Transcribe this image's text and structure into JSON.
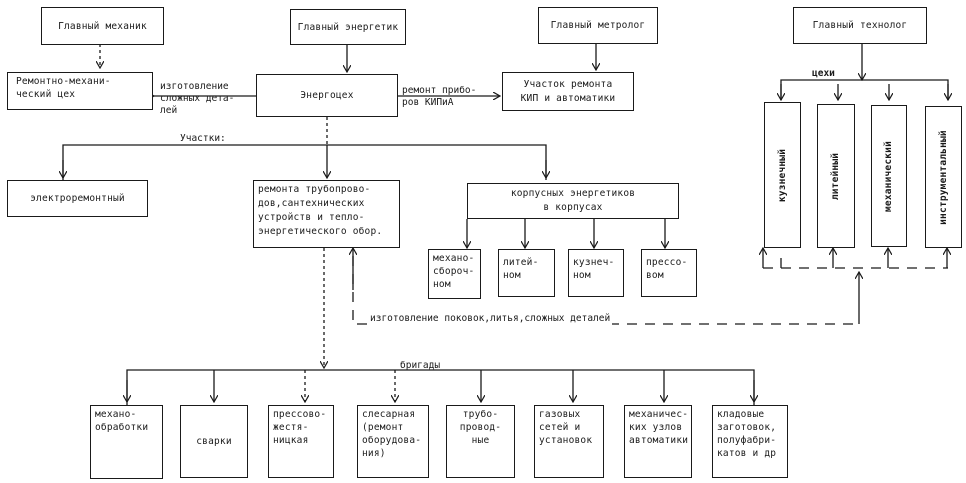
{
  "heads": {
    "mechanic": "Главный механик",
    "energetic": "Главный энергетик",
    "metrolog": "Главный метролог",
    "technolog": "Главный технолог"
  },
  "units": {
    "repair_mech_shop": "Ремонтно-механи-\nческий цех",
    "energy_shop": "Энергоцех",
    "kip_section": "Участок ремонта\nКИП и автоматики"
  },
  "links": {
    "complex_parts": "изготовление\nсложных дета-\nлей",
    "kip_repair": "ремонт прибо-\nров КИПиА",
    "sections_label": "Участки:",
    "shops_label": "цехи",
    "brigades_label": "бригады",
    "forgings_note": "изготовление поковок,литья,сложных деталей"
  },
  "sections": {
    "electro": "электроремонтный",
    "pipeline": "ремонта трубопрово-\nдов,сантехнических\nустройств и тепло-\nэнергетического обор.",
    "corpus": "корпусных энергетиков\nв корпусах"
  },
  "corpus_subs": [
    "механо-\nсбороч-\nном",
    "литей-\nном",
    "кузнеч-\nном",
    "прессо-\nвом"
  ],
  "shops": [
    "кузнечный",
    "литейный",
    "механический",
    "инструментальный"
  ],
  "brigades": [
    "механо-\nобработки",
    "сварки",
    "прессово-\nжестя-\nницкая",
    "слесарная\n(ремонт\nоборудова-\nния)",
    "трубо-\nпровод-\nные",
    "газовых\nсетей и\nустановок",
    "механичес-\nких узлов\nавтоматики",
    "кладовые\nзаготовок,\nполуфабри-\nкатов и др"
  ]
}
